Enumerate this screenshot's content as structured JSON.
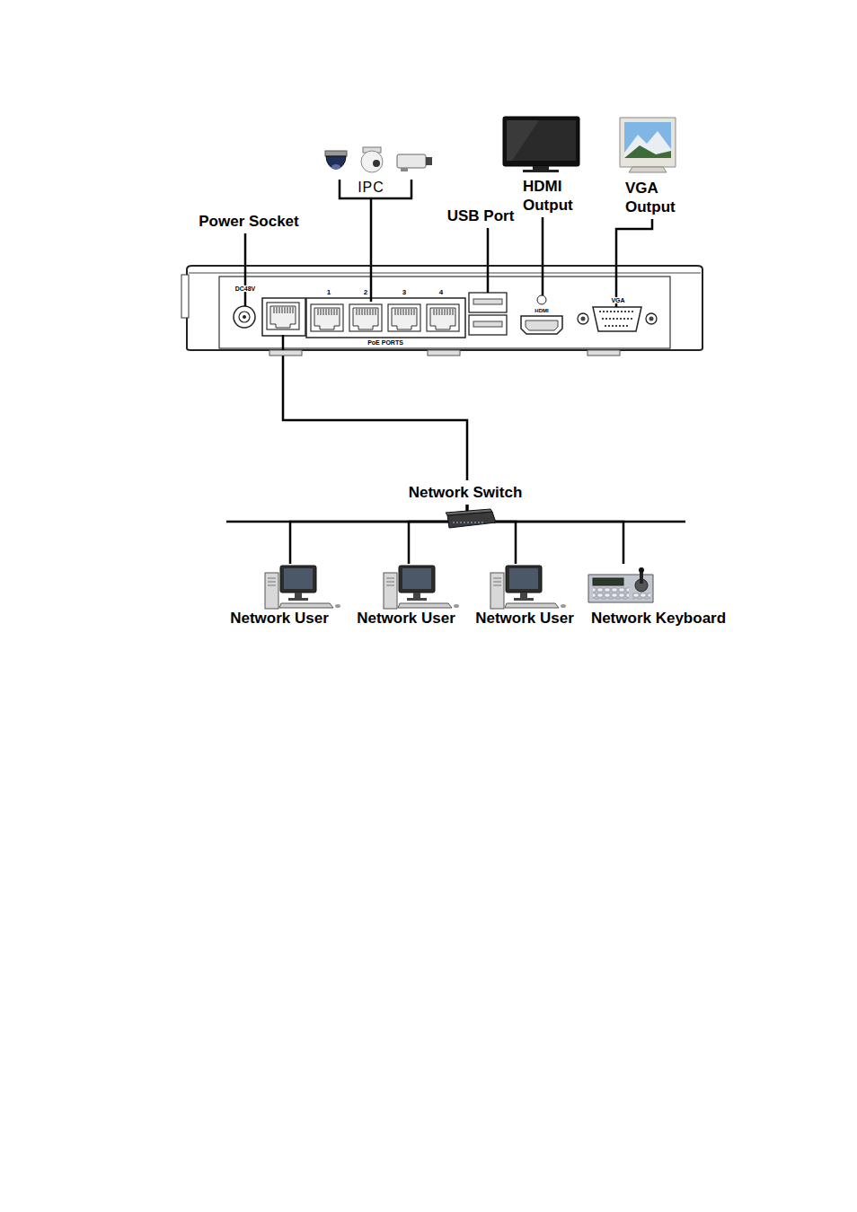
{
  "diagram": {
    "nodes": [
      {
        "text": [
          "Power Socket"
        ]
      },
      {
        "text": [
          "IPC"
        ]
      },
      {
        "text": [
          "USB Port"
        ]
      },
      {
        "text": [
          "HDMI Output"
        ]
      },
      {
        "text": [
          "VGA Output"
        ]
      },
      {
        "text": [
          "DC48V",
          "1",
          "2",
          "3",
          "4",
          "PoE PORTS",
          "HDMI",
          "VGA"
        ]
      },
      {
        "text": [
          "Network Switch"
        ]
      },
      {
        "text": [
          "Network User"
        ]
      },
      {
        "text": [
          "Network User"
        ]
      },
      {
        "text": [
          "Network User"
        ]
      },
      {
        "text": [
          "Network Keyboard"
        ]
      }
    ],
    "edges": [
      {
        "from": 0,
        "to": 5,
        "arrow": "none"
      },
      {
        "from": 1,
        "to": 5,
        "arrow": "none"
      },
      {
        "from": 2,
        "to": 5,
        "arrow": "none"
      },
      {
        "from": 3,
        "to": 5,
        "arrow": "none"
      },
      {
        "from": 4,
        "to": 5,
        "arrow": "none"
      },
      {
        "from": 5,
        "to": 6,
        "arrow": "none"
      },
      {
        "from": 6,
        "to": 7,
        "arrow": "none"
      },
      {
        "from": 6,
        "to": 8,
        "arrow": "none"
      },
      {
        "from": 6,
        "to": 9,
        "arrow": "none"
      },
      {
        "from": 6,
        "to": 10,
        "arrow": "none"
      }
    ]
  }
}
